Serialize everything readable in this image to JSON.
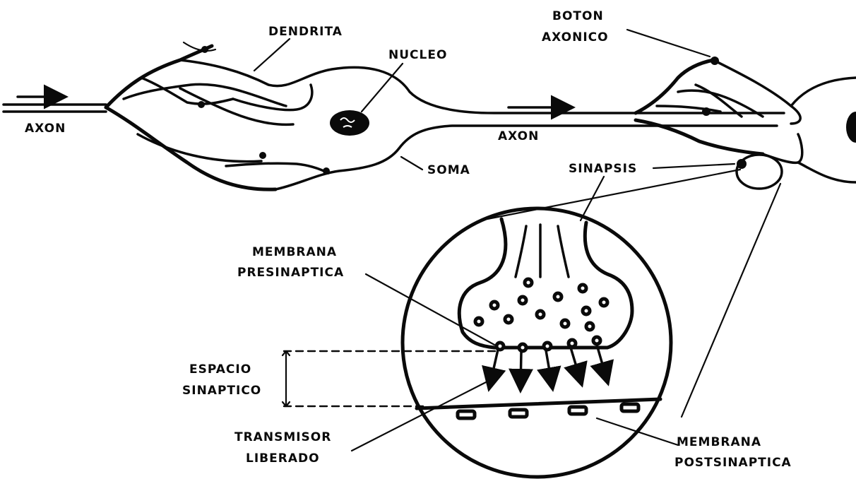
{
  "labels": {
    "dendrita": "DENDRITA",
    "nucleo": "NUCLEO",
    "boton_line1": "BOTON",
    "boton_line2": "AXONICO",
    "axon_left": "AXON",
    "axon_mid": "AXON",
    "soma": "SOMA",
    "sinapsis": "SINAPSIS",
    "membrana_pre_line1": "MEMBRANA",
    "membrana_pre_line2": "PRESINAPTICA",
    "espacio_line1": "ESPACIO",
    "espacio_line2": "SINAPTICO",
    "transmisor_line1": "TRANSMISOR",
    "transmisor_line2": "LIBERADO",
    "membrana_post_line1": "MEMBRANA",
    "membrana_post_line2": "POSTSINAPTICA"
  },
  "colors": {
    "ink": "#0a0a0a",
    "paper": "#ffffff"
  }
}
